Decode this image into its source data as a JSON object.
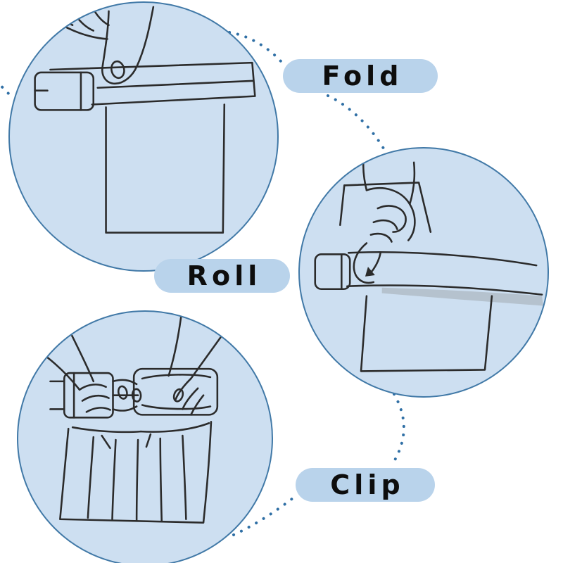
{
  "steps": [
    {
      "label": "Fold",
      "illustration": "hand-folding-bag-top-edge-with-sealer-clip"
    },
    {
      "label": "Roll",
      "illustration": "hand-rolling-folded-bag-edge-downward-with-arrow"
    },
    {
      "label": "Clip",
      "illustration": "hands-fastening-side-release-buckle-clip-on-bag"
    }
  ],
  "colors": {
    "background": "#ffffff",
    "circle_fill": "#cddff1",
    "circle_border": "#4179a7",
    "pill_fill": "#b9d3eb",
    "label_text": "#0d0d0d",
    "line_art": "#2b2b2b",
    "connector": "#2f6fa5",
    "roll_shadow": "#b3bfca"
  }
}
